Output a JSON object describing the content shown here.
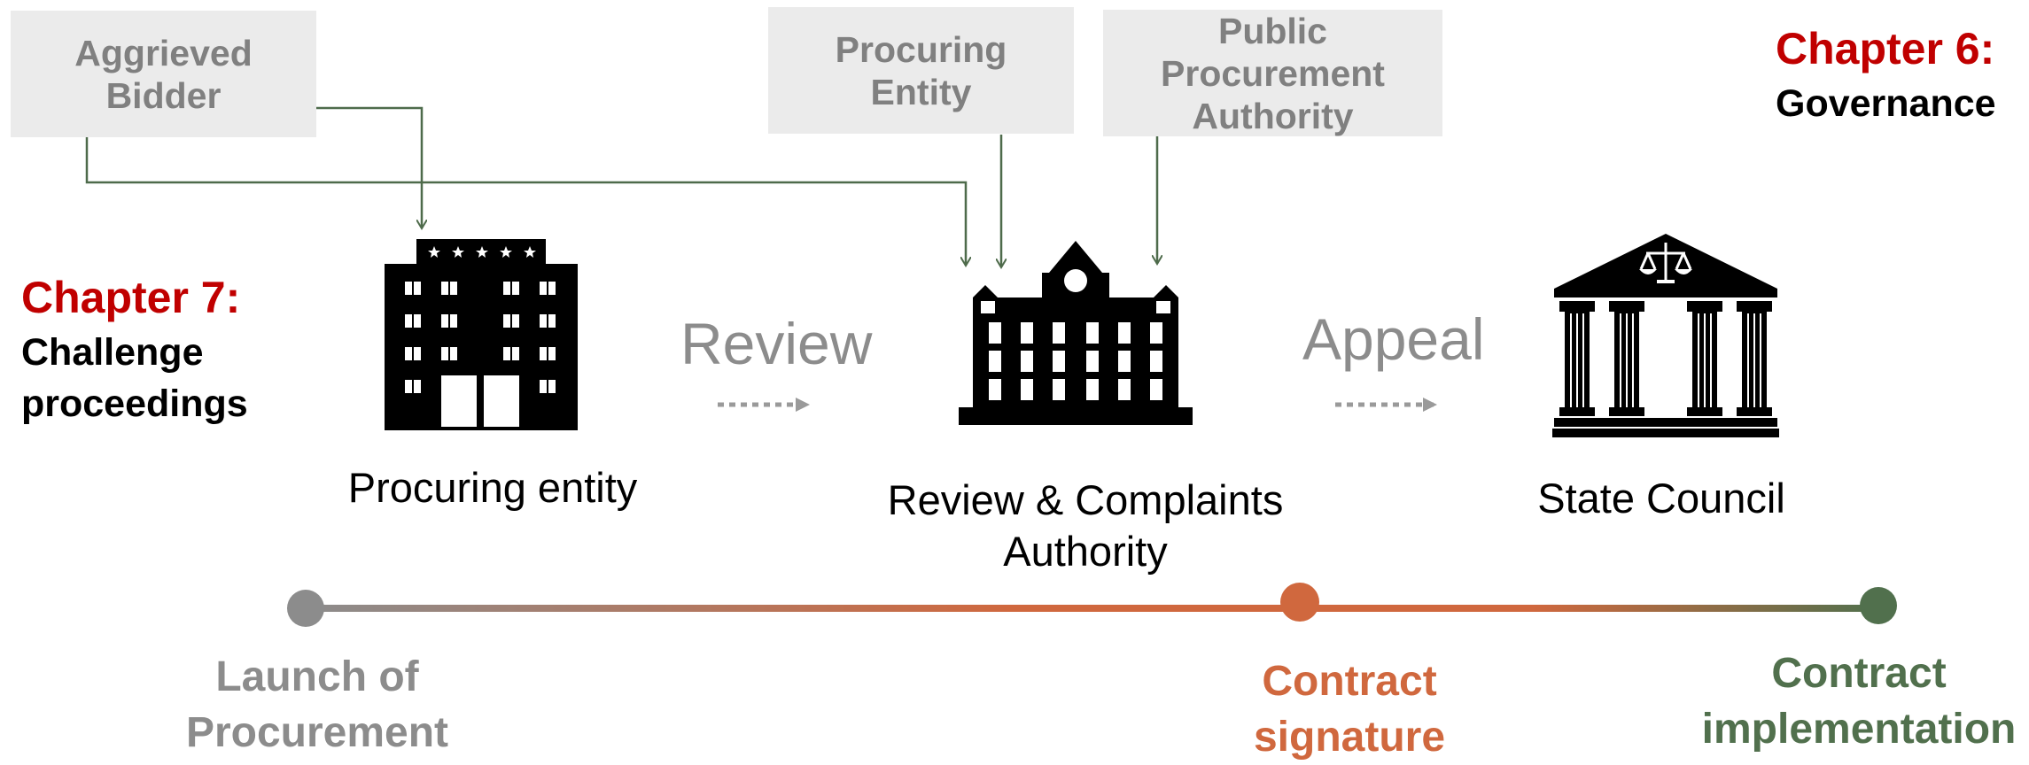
{
  "actors": {
    "aggrieved_bidder": "Aggrieved\nBidder",
    "procuring_entity": "Procuring\nEntity",
    "public_procurement_authority": "Public\nProcurement\nAuthority"
  },
  "chapter_6": {
    "title": "Chapter 6:",
    "subtitle": "Governance"
  },
  "chapter_7": {
    "title": "Chapter 7:",
    "subtitle": "Challenge\nproceedings"
  },
  "stages": {
    "procuring_entity": "Procuring entity",
    "review_authority": "Review & Complaints\nAuthority",
    "state_council": "State Council"
  },
  "actions": {
    "review": "Review",
    "appeal": "Appeal"
  },
  "milestones": {
    "launch": "Launch of\nProcurement",
    "signature": "Contract\nsignature",
    "implementation": "Contract\nimplementation"
  },
  "colors": {
    "connector_green": "#4e6b4b",
    "chapter_red": "#c00000",
    "milestone_gray": "#8c8c8c",
    "milestone_orange": "#d0683e",
    "milestone_green": "#51704d"
  },
  "icons": {
    "procuring_entity": "office-building-icon",
    "review_authority": "government-building-icon",
    "state_council": "courthouse-scales-icon"
  }
}
